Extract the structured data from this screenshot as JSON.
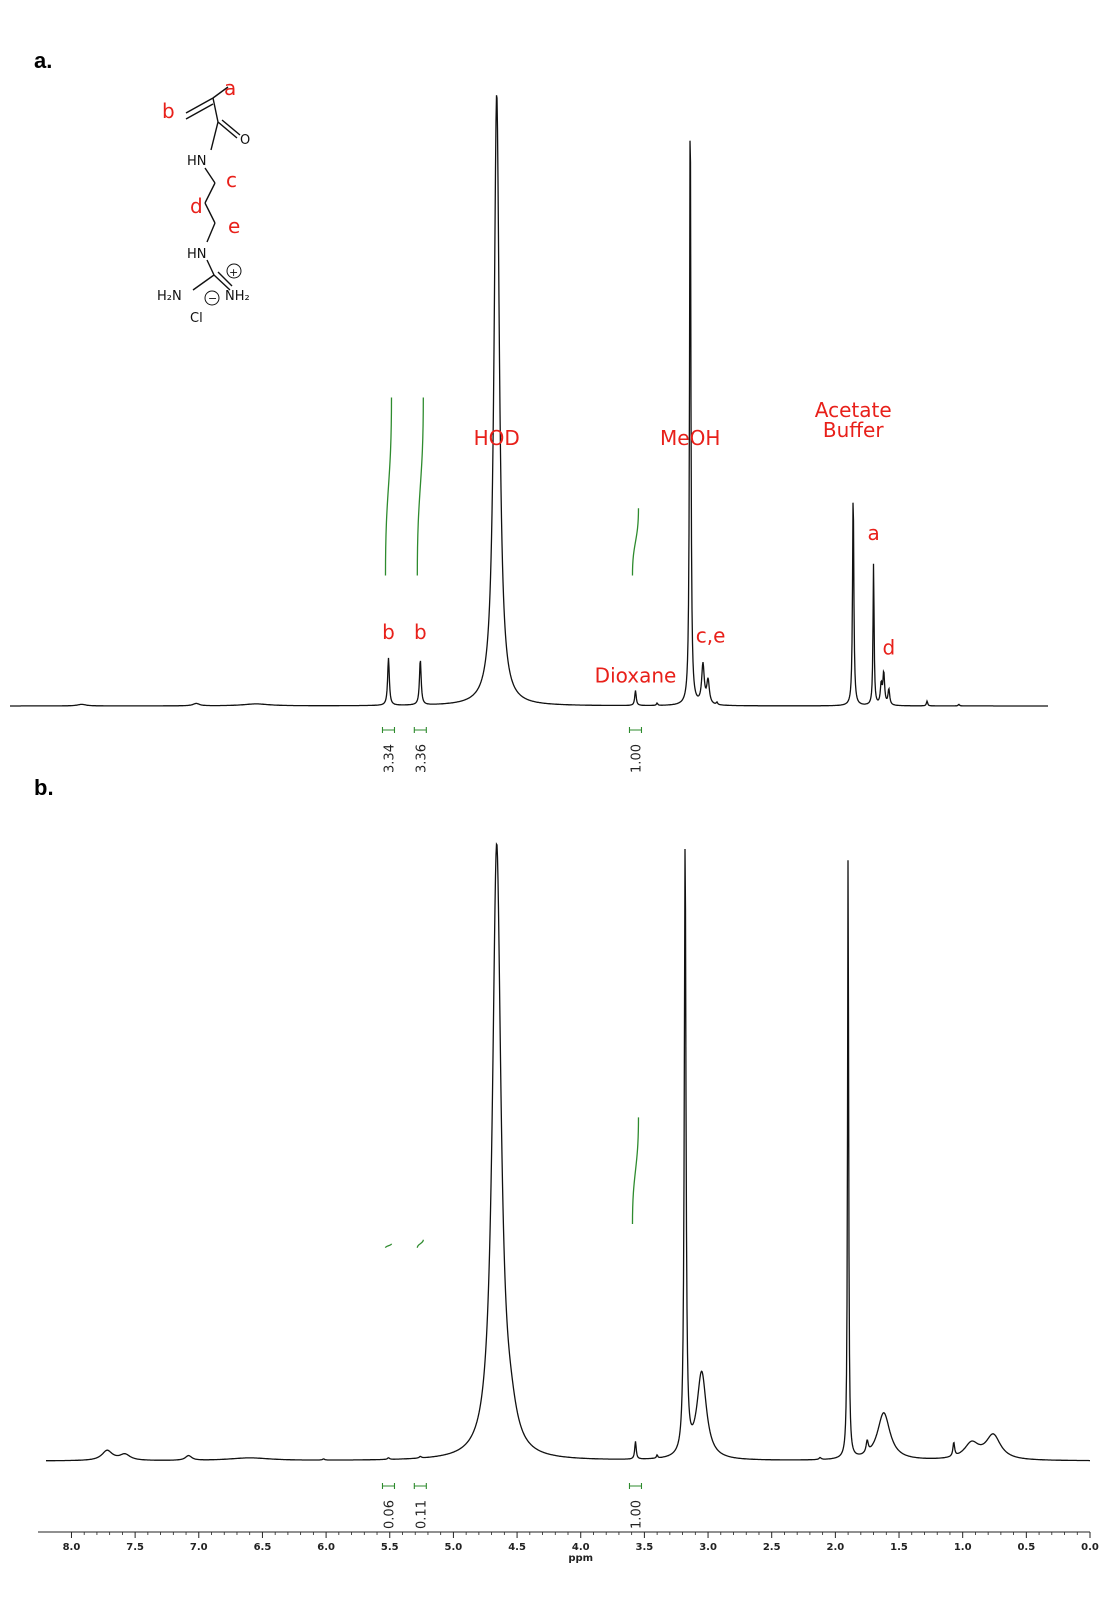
{
  "panels": {
    "a": "a.",
    "b": "b."
  },
  "structure": {
    "labels": {
      "a": "a",
      "b": "b",
      "c": "c",
      "d": "d",
      "e": "e"
    },
    "atoms": {
      "o": "O",
      "hn1": "HN",
      "hn2": "HN",
      "h2n": "H₂N",
      "nh2": "NH₂",
      "cl": "Cl",
      "plus": "+",
      "minus": "−"
    }
  },
  "chart_data": [
    {
      "type": "line",
      "panel": "a",
      "xlim": [
        8.2,
        0.0
      ],
      "x_reversed": true,
      "xlabel": "",
      "peaks": [
        {
          "ppm": 7.92,
          "height": 0.004,
          "width": 0.04
        },
        {
          "ppm": 7.02,
          "height": 0.006,
          "width": 0.03
        },
        {
          "ppm": 6.55,
          "height": 0.005,
          "width": 0.12
        },
        {
          "ppm": 5.51,
          "height": 0.12,
          "width": 0.008
        },
        {
          "ppm": 5.26,
          "height": 0.115,
          "width": 0.008
        },
        {
          "ppm": 4.66,
          "height": 1.55,
          "width": 0.025
        },
        {
          "ppm": 3.57,
          "height": 0.038,
          "width": 0.007
        },
        {
          "ppm": 3.4,
          "height": 0.006,
          "width": 0.006
        },
        {
          "ppm": 3.14,
          "height": 1.55,
          "width": 0.006
        },
        {
          "ppm": 3.04,
          "height": 0.1,
          "width": 0.012
        },
        {
          "ppm": 3.0,
          "height": 0.06,
          "width": 0.012
        },
        {
          "ppm": 2.93,
          "height": 0.006,
          "width": 0.006
        },
        {
          "ppm": 1.86,
          "height": 0.545,
          "width": 0.006
        },
        {
          "ppm": 1.7,
          "height": 0.36,
          "width": 0.005
        },
        {
          "ppm": 1.64,
          "height": 0.05,
          "width": 0.008
        },
        {
          "ppm": 1.62,
          "height": 0.08,
          "width": 0.008
        },
        {
          "ppm": 1.58,
          "height": 0.04,
          "width": 0.008
        },
        {
          "ppm": 1.28,
          "height": 0.012,
          "width": 0.006
        },
        {
          "ppm": 1.03,
          "height": 0.004,
          "width": 0.006
        }
      ],
      "annotations": [
        {
          "text": "HOD",
          "ppm": 4.66,
          "level": 0.66
        },
        {
          "text": "MeOH",
          "ppm": 3.14,
          "level": 0.66
        },
        {
          "text": "Acetate",
          "ppm": 1.86,
          "level": 0.73
        },
        {
          "text": "Buffer",
          "ppm": 1.86,
          "level": 0.68
        },
        {
          "text": "a",
          "ppm": 1.7,
          "level": 0.42
        },
        {
          "text": "b",
          "ppm": 5.51,
          "level": 0.17
        },
        {
          "text": "b",
          "ppm": 5.26,
          "level": 0.17
        },
        {
          "text": "Dioxane",
          "ppm": 3.57,
          "level": 0.06
        },
        {
          "text": "c,e",
          "ppm": 2.98,
          "level": 0.16
        },
        {
          "text": "d",
          "ppm": 1.58,
          "level": 0.13
        }
      ],
      "integrals": [
        {
          "ppm": 5.51,
          "value": "3.34",
          "start": 0.78,
          "end": 0.33
        },
        {
          "ppm": 5.26,
          "value": "3.36",
          "start": 0.78,
          "end": 0.33
        },
        {
          "ppm": 3.57,
          "value": "1.00",
          "start": 0.5,
          "end": 0.33
        }
      ]
    },
    {
      "type": "line",
      "panel": "b",
      "xlim": [
        8.2,
        0.0
      ],
      "x_reversed": true,
      "xlabel": "ppm",
      "xticks": [
        "8.0",
        "7.5",
        "7.0",
        "6.5",
        "6.0",
        "5.5",
        "5.0",
        "4.5",
        "4.0",
        "3.5",
        "3.0",
        "2.5",
        "2.0",
        "1.5",
        "1.0",
        "0.5",
        "0.0"
      ],
      "peaks": [
        {
          "ppm": 7.72,
          "height": 0.025,
          "width": 0.05
        },
        {
          "ppm": 7.58,
          "height": 0.015,
          "width": 0.05
        },
        {
          "ppm": 7.08,
          "height": 0.012,
          "width": 0.03
        },
        {
          "ppm": 6.6,
          "height": 0.007,
          "width": 0.2
        },
        {
          "ppm": 6.02,
          "height": 0.003,
          "width": 0.01
        },
        {
          "ppm": 5.51,
          "height": 0.004,
          "width": 0.01
        },
        {
          "ppm": 5.26,
          "height": 0.004,
          "width": 0.01
        },
        {
          "ppm": 4.66,
          "height": 1.55,
          "width": 0.04
        },
        {
          "ppm": 4.55,
          "height": 0.06,
          "width": 0.06
        },
        {
          "ppm": 3.57,
          "height": 0.045,
          "width": 0.007
        },
        {
          "ppm": 3.4,
          "height": 0.008,
          "width": 0.006
        },
        {
          "ppm": 3.18,
          "height": 1.55,
          "width": 0.008
        },
        {
          "ppm": 3.05,
          "height": 0.22,
          "width": 0.045
        },
        {
          "ppm": 2.12,
          "height": 0.005,
          "width": 0.01
        },
        {
          "ppm": 1.9,
          "height": 1.55,
          "width": 0.005
        },
        {
          "ppm": 1.75,
          "height": 0.03,
          "width": 0.01
        },
        {
          "ppm": 1.62,
          "height": 0.12,
          "width": 0.06
        },
        {
          "ppm": 1.07,
          "height": 0.035,
          "width": 0.008
        },
        {
          "ppm": 0.93,
          "height": 0.04,
          "width": 0.07
        },
        {
          "ppm": 0.76,
          "height": 0.062,
          "width": 0.07
        }
      ],
      "integrals": [
        {
          "ppm": 5.51,
          "value": "0.06",
          "start": 0.55,
          "end": 0.54
        },
        {
          "ppm": 5.26,
          "value": "0.11",
          "start": 0.56,
          "end": 0.54
        },
        {
          "ppm": 3.57,
          "value": "1.00",
          "start": 0.87,
          "end": 0.6
        }
      ]
    }
  ]
}
